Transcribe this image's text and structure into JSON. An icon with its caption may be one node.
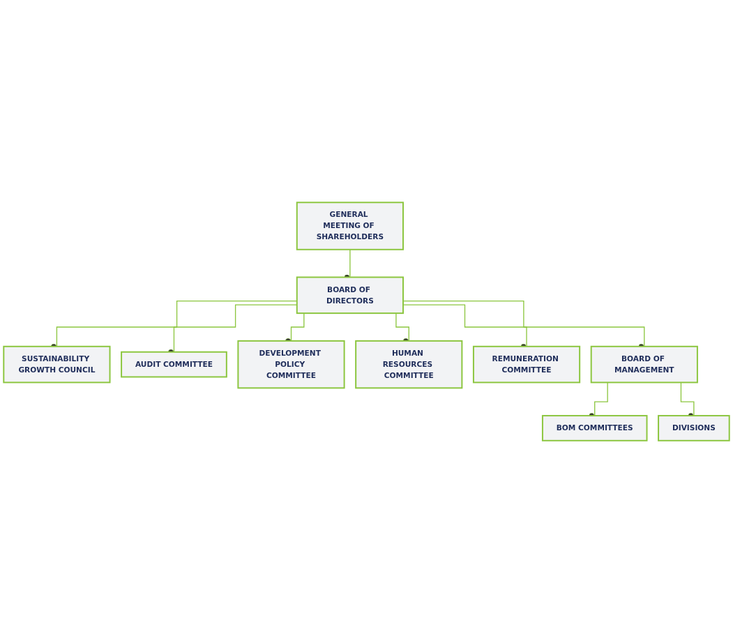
{
  "diagram": {
    "nodes": [
      {
        "text": [
          "GENERAL MEETING OF SHAREHOLDERS"
        ]
      },
      {
        "text": [
          "BOARD OF DIRECTORS"
        ]
      },
      {
        "text": [
          "SUSTAINABILITY GROWTH COUNCIL"
        ]
      },
      {
        "text": [
          "AUDIT COMMITTEE"
        ]
      },
      {
        "text": [
          "DEVELOPMENT POLICY COMMITTEE"
        ]
      },
      {
        "text": [
          "HUMAN RESOURCES COMMITTEE"
        ]
      },
      {
        "text": [
          "REMUNERATION COMMITTEE"
        ]
      },
      {
        "text": [
          "BOARD OF MANAGEMENT"
        ]
      },
      {
        "text": [
          "BOM COMMITTEES"
        ]
      },
      {
        "text": [
          "DIVISIONS"
        ]
      }
    ],
    "edges": [
      {
        "from": 0,
        "to": 1,
        "arrow": "other"
      },
      {
        "from": 1,
        "to": 2,
        "arrow": "other"
      },
      {
        "from": 1,
        "to": 3,
        "arrow": "other"
      },
      {
        "from": 1,
        "to": 4,
        "arrow": "other"
      },
      {
        "from": 1,
        "to": 5,
        "arrow": "other"
      },
      {
        "from": 1,
        "to": 6,
        "arrow": "other"
      },
      {
        "from": 1,
        "to": 7,
        "arrow": "other"
      },
      {
        "from": 7,
        "to": 8,
        "arrow": "other"
      },
      {
        "from": 7,
        "to": 9,
        "arrow": "other"
      }
    ]
  }
}
